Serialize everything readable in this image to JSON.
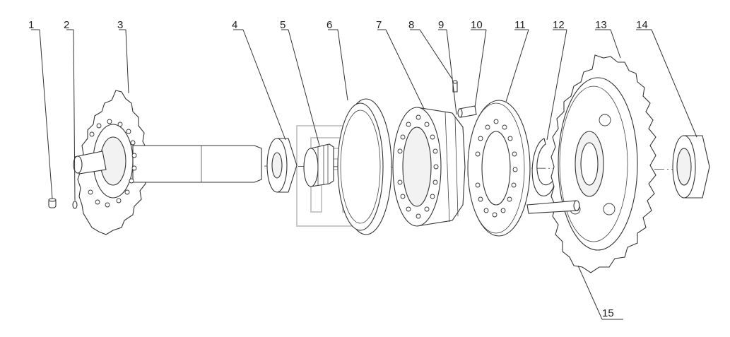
{
  "callouts": [
    "1",
    "2",
    "3",
    "4",
    "5",
    "6",
    "7",
    "8",
    "9",
    "10",
    "11",
    "12",
    "13",
    "14",
    "15"
  ],
  "icons": {
    "watermark": "gaz-logo-watermark"
  }
}
